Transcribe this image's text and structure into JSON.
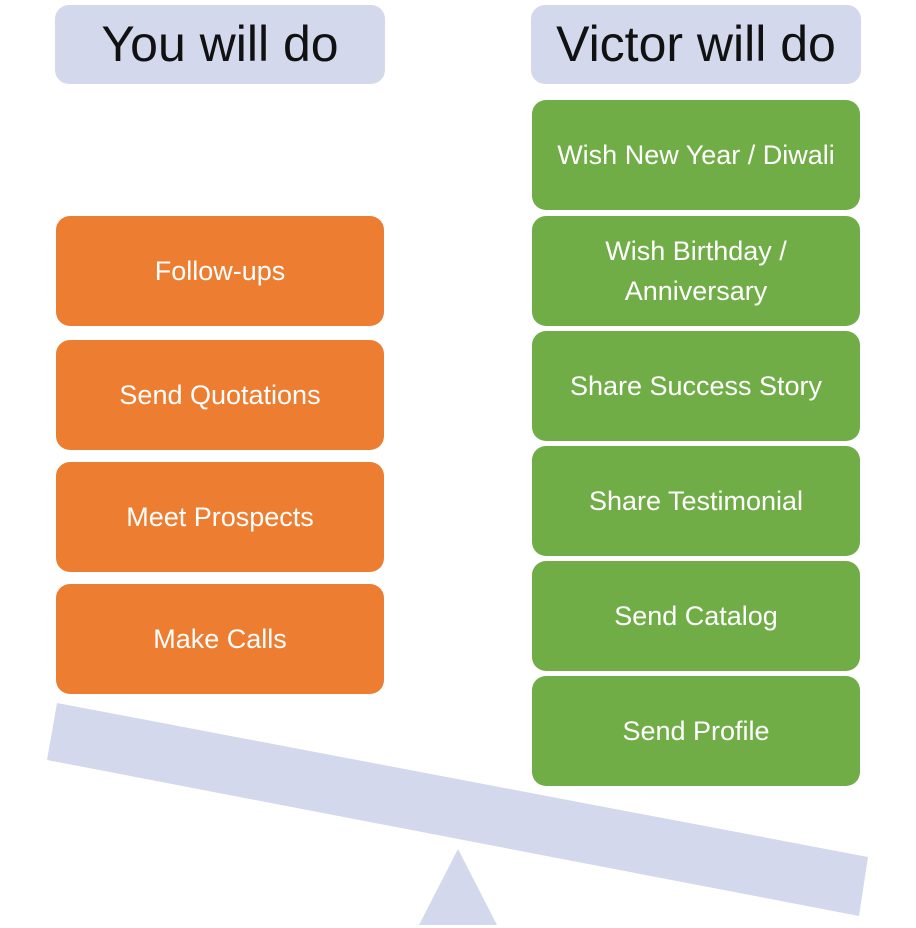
{
  "headers": {
    "left": "You will do",
    "right": "Victor will do"
  },
  "left_tasks": [
    "Follow-ups",
    "Send Quotations",
    "Meet Prospects",
    "Make Calls"
  ],
  "right_tasks": [
    "Wish New Year / Diwali",
    "Wish Birthday / Anniversary",
    "Share Success Story",
    "Share Testimonial",
    "Send Catalog",
    "Send Profile"
  ],
  "colors": {
    "header_bg": "#d3d8ec",
    "left_box": "#ed7d31",
    "right_box": "#70ad47",
    "beam": "#d3d8ec"
  }
}
